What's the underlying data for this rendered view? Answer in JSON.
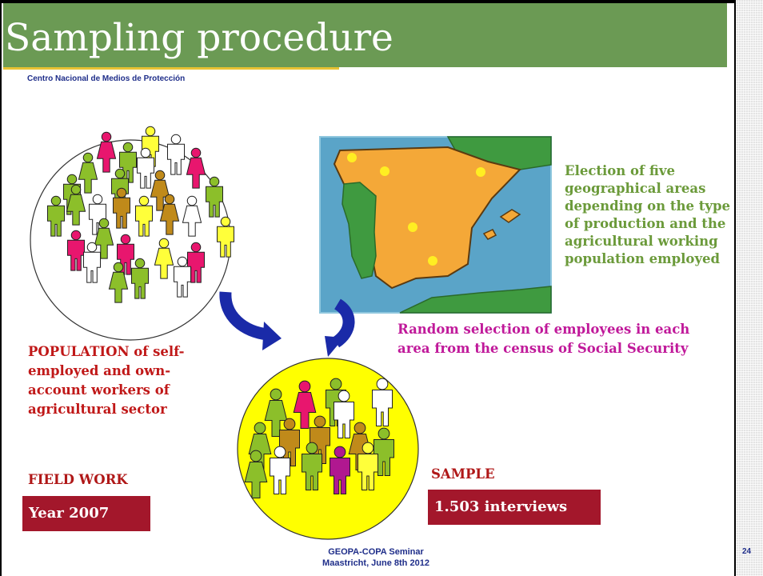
{
  "slide": {
    "title": "Sampling procedure",
    "organization": "Centro Nacional de Medios de Protección",
    "map_description": [
      "Election of five",
      "geographical areas",
      "depending on the type",
      "of production and the",
      "agricultural working",
      "population employed"
    ],
    "random_selection": [
      "Random selection of employees in each",
      "area from the census of Social Security"
    ],
    "population": [
      "POPULATION of self-",
      "employed and own-",
      "account workers of",
      "agricultural sector"
    ],
    "field_work_label": "FIELD WORK",
    "year_badge": "Year 2007",
    "sample_label": "SAMPLE",
    "interviews_badge": "1.503 interviews",
    "footer": [
      "GEOPA-COPA Seminar",
      "Maastricht, June 8th 2012"
    ],
    "page_number": "24"
  },
  "colors": {
    "title_bar": "#6b9a54",
    "title_underline": "#e8c233",
    "organization_text": "#1f2e8a",
    "map_description_text": "#6b9a3a",
    "random_selection_text": "#c0199a",
    "population_text": "#c01818",
    "badge_background": "#a3172b",
    "arrow": "#1a2aa8",
    "sample_circle": "#ffff00",
    "map_sea": "#5aa4c8",
    "map_land_spain": "#f4a838",
    "map_land_other": "#3f9a40",
    "map_points": "#ffee22"
  },
  "icons": {
    "population_circle": "people-crowd-icon",
    "sample_circle": "people-crowd-icon",
    "map": "spain-map-icon",
    "arrows": "curved-arrow-icon"
  }
}
